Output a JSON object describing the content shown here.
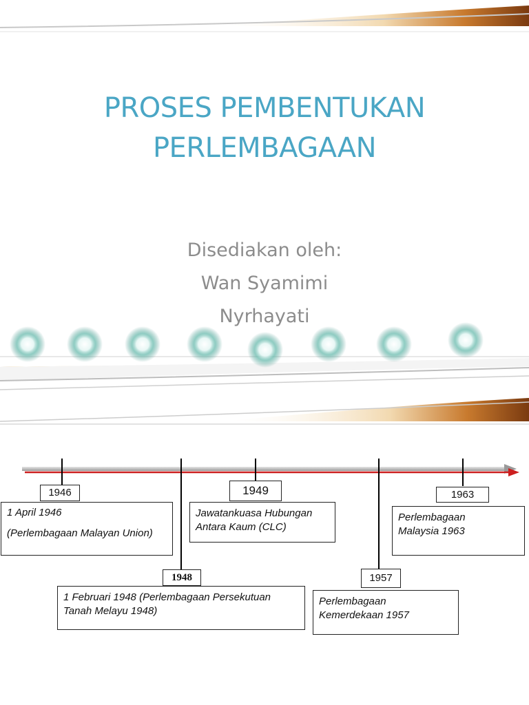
{
  "slide1": {
    "title_lines": [
      "PROSES PEMBENTUKAN",
      "PERLEMBAGAAN"
    ],
    "subtitle_lines": [
      "Disediakan oleh:",
      "Wan Syamimi",
      "Nyrhayati"
    ],
    "colors": {
      "title": "#4aa6c5",
      "subtitle": "#8c8c8c",
      "accent_gold": "#c98a1b"
    }
  },
  "slide2": {
    "timeline": {
      "arrow_color": "#cc1f1f",
      "events": [
        {
          "year": "1946",
          "lines": [
            "1 April 1946",
            "(Perlembagaan Malayan Union)"
          ]
        },
        {
          "year": "1948",
          "lines": [
            "1 Februari 1948 (Perlembagaan Persekutuan Tanah Melayu 1948)"
          ]
        },
        {
          "year": "1949",
          "lines": [
            "Jawatankuasa Hubungan Antara Kaum (CLC)"
          ]
        },
        {
          "year": "1957",
          "lines": [
            "Perlembagaan Kemerdekaan 1957"
          ]
        },
        {
          "year": "1963",
          "lines": [
            "Perlembagaan Malaysia 1963"
          ]
        }
      ]
    }
  }
}
